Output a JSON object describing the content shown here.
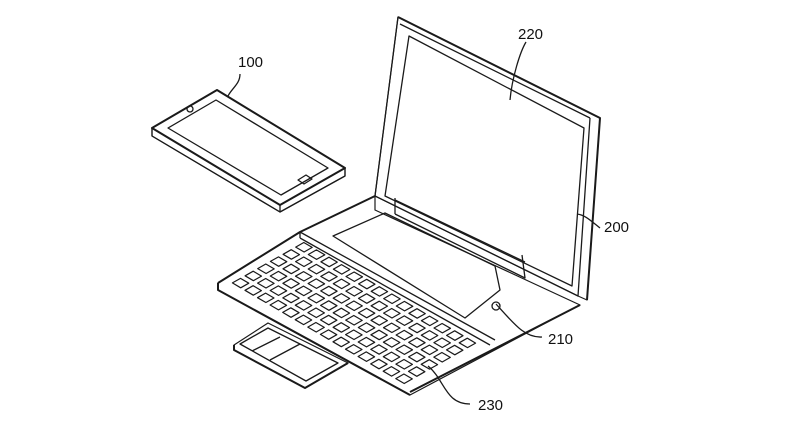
{
  "labels": {
    "phone": "100",
    "display": "220",
    "laptop": "200",
    "dock": "210",
    "keyboard": "230"
  }
}
